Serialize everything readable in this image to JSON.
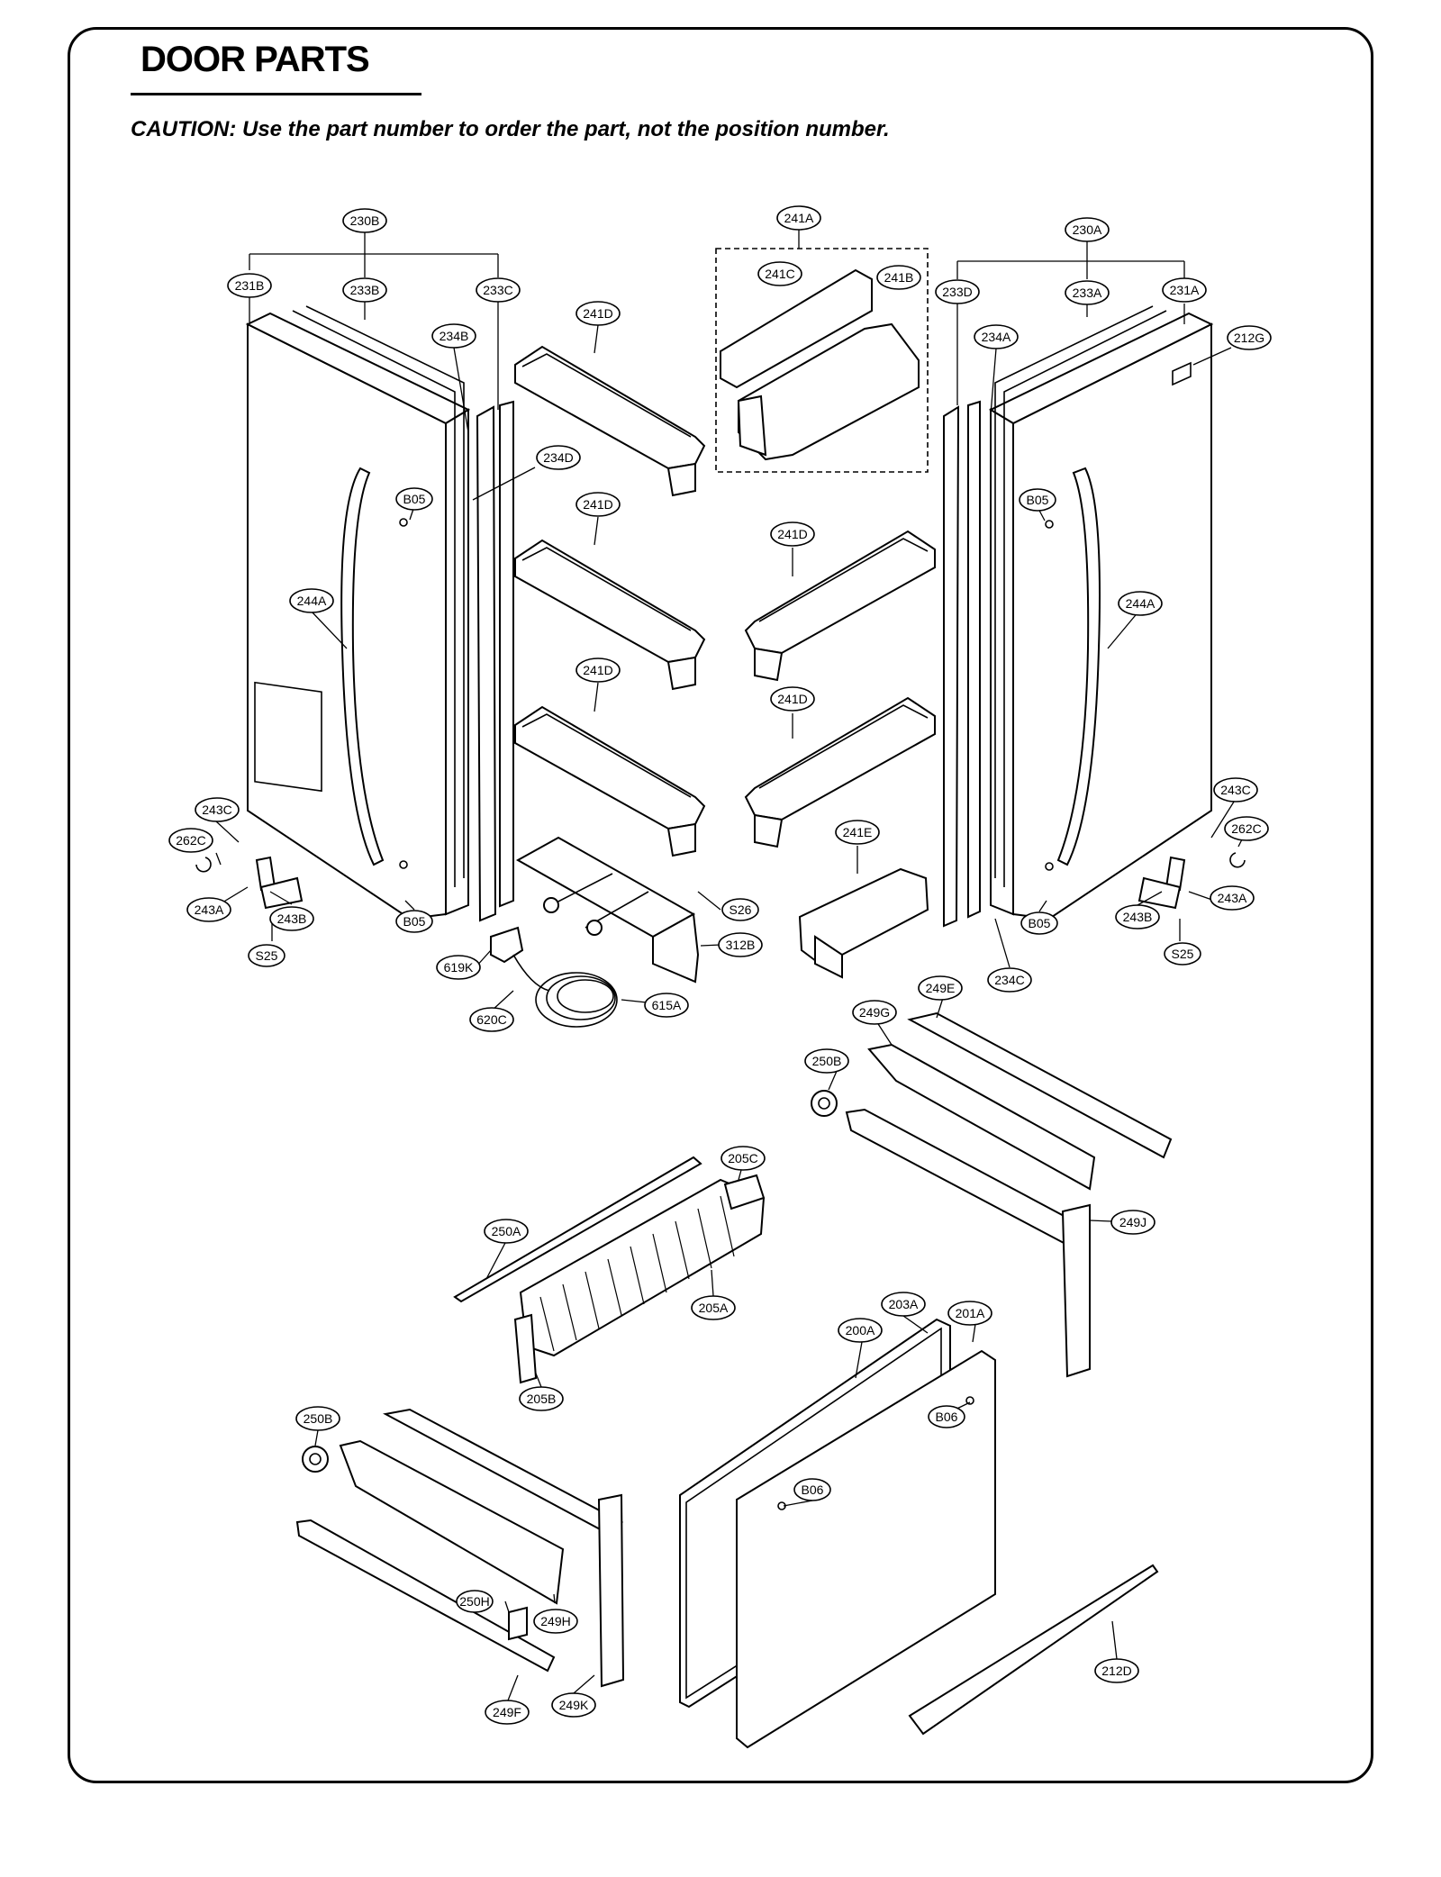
{
  "header": {
    "title": "DOOR PARTS",
    "caution": "CAUTION: Use the part number to order the part, not the position number."
  },
  "callouts": [
    {
      "id": "230B",
      "label": "230B"
    },
    {
      "id": "231B",
      "label": "231B"
    },
    {
      "id": "233B",
      "label": "233B"
    },
    {
      "id": "233C",
      "label": "233C"
    },
    {
      "id": "234B",
      "label": "234B"
    },
    {
      "id": "241D_a",
      "label": "241D"
    },
    {
      "id": "241A",
      "label": "241A"
    },
    {
      "id": "241C",
      "label": "241C"
    },
    {
      "id": "241B",
      "label": "241B"
    },
    {
      "id": "230A",
      "label": "230A"
    },
    {
      "id": "233D",
      "label": "233D"
    },
    {
      "id": "233A",
      "label": "233A"
    },
    {
      "id": "231A",
      "label": "231A"
    },
    {
      "id": "234A",
      "label": "234A"
    },
    {
      "id": "212G",
      "label": "212G"
    },
    {
      "id": "234D",
      "label": "234D"
    },
    {
      "id": "B05_a",
      "label": "B05"
    },
    {
      "id": "B05_b",
      "label": "B05"
    },
    {
      "id": "241D_b",
      "label": "241D"
    },
    {
      "id": "241D_c",
      "label": "241D"
    },
    {
      "id": "244A_a",
      "label": "244A"
    },
    {
      "id": "244A_b",
      "label": "244A"
    },
    {
      "id": "241D_d",
      "label": "241D"
    },
    {
      "id": "241D_e",
      "label": "241D"
    },
    {
      "id": "243C_a",
      "label": "243C"
    },
    {
      "id": "243C_b",
      "label": "243C"
    },
    {
      "id": "262C_a",
      "label": "262C"
    },
    {
      "id": "262C_b",
      "label": "262C"
    },
    {
      "id": "241E",
      "label": "241E"
    },
    {
      "id": "243A_a",
      "label": "243A"
    },
    {
      "id": "243B_a",
      "label": "243B"
    },
    {
      "id": "B05_c",
      "label": "B05"
    },
    {
      "id": "S26",
      "label": "S26"
    },
    {
      "id": "B05_d",
      "label": "B05"
    },
    {
      "id": "243B_b",
      "label": "243B"
    },
    {
      "id": "243A_b",
      "label": "243A"
    },
    {
      "id": "S25_a",
      "label": "S25"
    },
    {
      "id": "S25_b",
      "label": "S25"
    },
    {
      "id": "312B",
      "label": "312B"
    },
    {
      "id": "619K",
      "label": "619K"
    },
    {
      "id": "234C",
      "label": "234C"
    },
    {
      "id": "615A",
      "label": "615A"
    },
    {
      "id": "620C",
      "label": "620C"
    },
    {
      "id": "249E",
      "label": "249E"
    },
    {
      "id": "249G",
      "label": "249G"
    },
    {
      "id": "250B_a",
      "label": "250B"
    },
    {
      "id": "205C",
      "label": "205C"
    },
    {
      "id": "249J",
      "label": "249J"
    },
    {
      "id": "250A",
      "label": "250A"
    },
    {
      "id": "205A",
      "label": "205A"
    },
    {
      "id": "203A",
      "label": "203A"
    },
    {
      "id": "201A",
      "label": "201A"
    },
    {
      "id": "200A",
      "label": "200A"
    },
    {
      "id": "B06_a",
      "label": "B06"
    },
    {
      "id": "205B",
      "label": "205B"
    },
    {
      "id": "250B_b",
      "label": "250B"
    },
    {
      "id": "B06_b",
      "label": "B06"
    },
    {
      "id": "250H",
      "label": "250H"
    },
    {
      "id": "249H",
      "label": "249H"
    },
    {
      "id": "212D",
      "label": "212D"
    },
    {
      "id": "249F",
      "label": "249F"
    },
    {
      "id": "249K",
      "label": "249K"
    }
  ]
}
